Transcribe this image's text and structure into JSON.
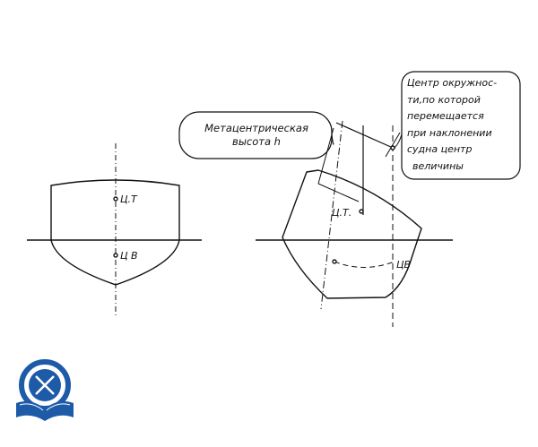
{
  "left_ship": {
    "cg_label": "Ц.Т",
    "cb_label": "Ц В"
  },
  "right_ship": {
    "cg_label": "Ц.Т.",
    "cb_label": "ЦВ"
  },
  "callout_metacentric": {
    "line1": "Метацентрическая",
    "line2": "высота h"
  },
  "callout_center": {
    "lines": [
      "Центр окружнос-",
      "ти,по которой",
      "перемещается",
      "при наклонении",
      "судна центр",
      "величины"
    ]
  },
  "logo": {
    "text": "Logo of maritime academy"
  }
}
